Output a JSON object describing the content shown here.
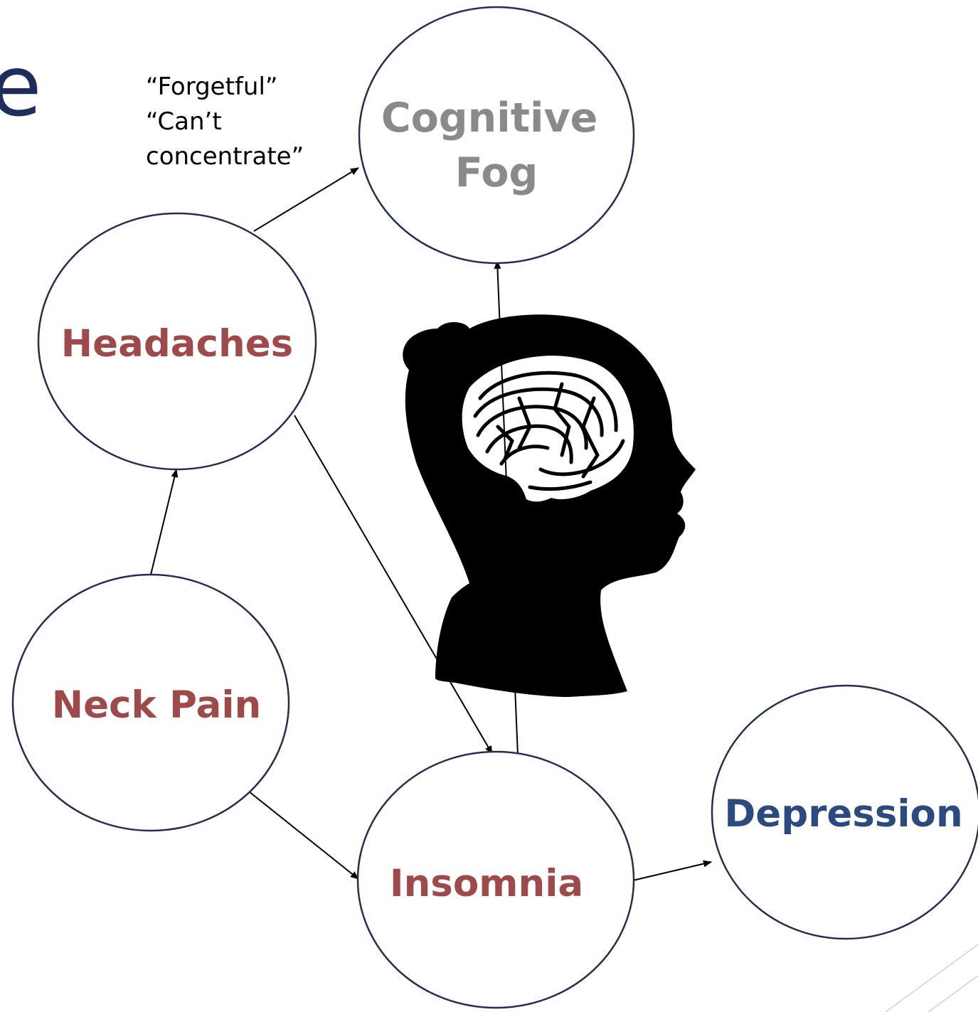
{
  "title_fragment": "e",
  "quote": {
    "lines": [
      "“Forgetful”",
      "“Can’t",
      "concentrate”"
    ]
  },
  "nodes": {
    "cognitive_fog": {
      "lines": [
        "Cognitive",
        "Fog"
      ],
      "color": "#8a8a8a"
    },
    "headaches": {
      "lines": [
        "Headaches"
      ],
      "color": "#9e4a4a"
    },
    "neck_pain": {
      "lines": [
        "Neck Pain"
      ],
      "color": "#9e4a4a"
    },
    "insomnia": {
      "lines": [
        "Insomnia"
      ],
      "color": "#9e4a4a"
    },
    "depression": {
      "lines": [
        "Depression"
      ],
      "color": "#2b4a7e"
    }
  },
  "colors": {
    "circle_stroke": "#22304f",
    "title": "#1f2d5a",
    "arrow": "#000000",
    "silhouette": "#000000"
  },
  "images": {
    "head_silhouette": "head-silhouette-with-maze-brain"
  }
}
